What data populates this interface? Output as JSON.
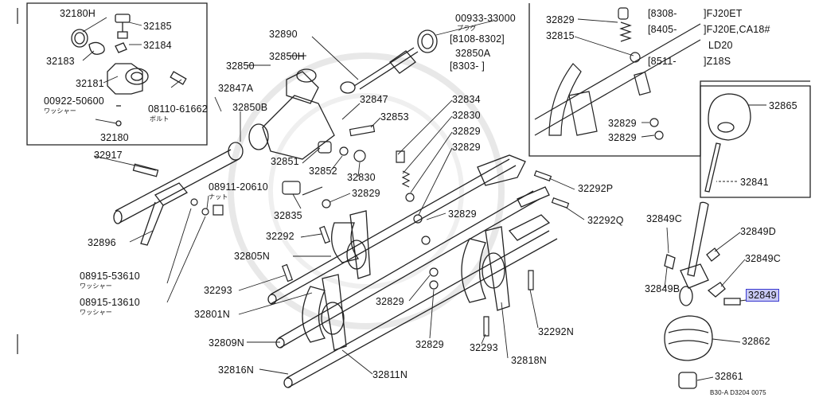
{
  "labels": {
    "p32180H": "32180H",
    "p32185": "32185",
    "p32184": "32184",
    "p32183": "32183",
    "p32181": "32181",
    "p00922_50600": "00922-50600",
    "washer_jp_a": "ワッシャー",
    "p08110_61662": "08110-61662",
    "bolt_jp": "ボルト",
    "p32180": "32180",
    "p32890": "32890",
    "p00933_33000": "00933-33000",
    "plug_jp": "プラグ",
    "range_8108_8302": "[8108-8302]",
    "p32850A": "32850A",
    "range_8303": "[8303-        ]",
    "p32850": "32850",
    "p32850H": "32850H",
    "p32847A": "32847A",
    "p32847": "32847",
    "p32850B": "32850B",
    "p32853": "32853",
    "p32834": "32834",
    "p32830a": "32830",
    "p32829a": "32829",
    "p32829b": "32829",
    "p32917": "32917",
    "p32851": "32851",
    "p32852": "32852",
    "p32830b": "32830",
    "p08911_20610": "08911-20610",
    "nut_jp": "ナット",
    "p32829c": "32829",
    "p32835": "32835",
    "p32292": "32292",
    "p32805N": "32805N",
    "p32829d": "32829",
    "p32896": "32896",
    "p08915_53610": "08915-53610",
    "washer_jp_b": "ワッシャー",
    "p32293a": "32293",
    "p08915_13610": "08915-13610",
    "washer_jp_c": "ワッシャー",
    "p32801N": "32801N",
    "p32829e": "32829",
    "p32809N": "32809N",
    "p32829f": "32829",
    "p32293b": "32293",
    "p32816N": "32816N",
    "p32811N": "32811N",
    "p32818N": "32818N",
    "p32292N": "32292N",
    "p32292P": "32292P",
    "p32292Q": "32292Q",
    "p32829g": "32829",
    "p32815": "32815",
    "p32829h": "32829",
    "p32829i": "32829",
    "range_8308": "[8308-",
    "range_8405": "[8405-",
    "range_8511": "[8511-",
    "eng_fj20et": "]FJ20ET",
    "eng_fj20e_ca18": "]FJ20E,CA18#",
    "eng_ld20": "LD20",
    "eng_z18s": "]Z18S",
    "p32865": "32865",
    "p32841": "32841",
    "p32849C_a": "32849C",
    "p32849D": "32849D",
    "p32849C_b": "32849C",
    "p32849B": "32849B",
    "p32849": "32849",
    "p32862": "32862",
    "p32861": "32861",
    "ref_code": "B30-A D3204 0075"
  },
  "highlight_color": "#c8c9f4"
}
